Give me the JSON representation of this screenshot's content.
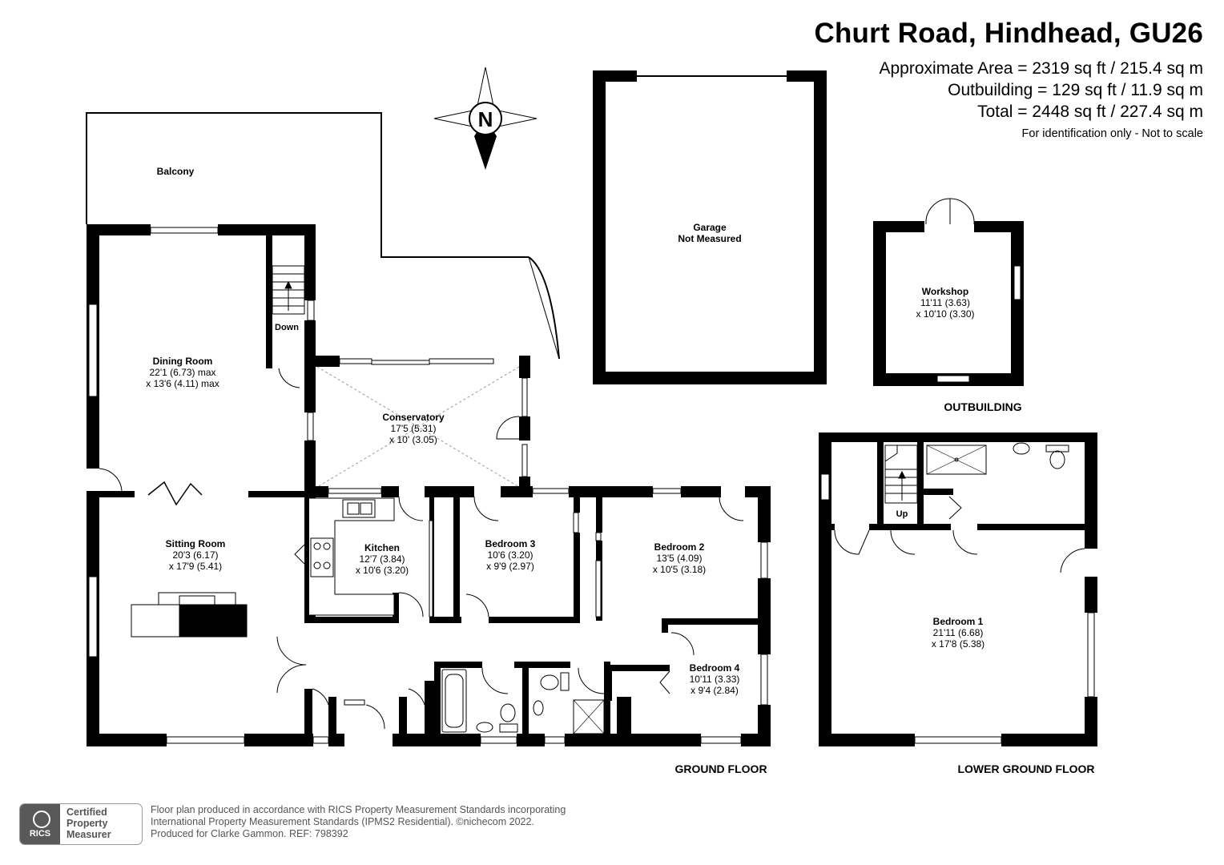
{
  "header": {
    "title": "Churt Road, Hindhead, GU26",
    "approx_area": "Approximate Area = 2319 sq ft / 215.4 sq m",
    "outbuilding": "Outbuilding = 129 sq ft / 11.9 sq m",
    "total": "Total = 2448 sq ft / 227.4 sq m",
    "disclaimer": "For identification only - Not to scale"
  },
  "compass": {
    "letter": "N"
  },
  "rooms": {
    "balcony": {
      "name": "Balcony"
    },
    "dining": {
      "name": "Dining Room",
      "dim1": "22'1 (6.73) max",
      "dim2": "x 13'6 (4.11) max"
    },
    "down": {
      "name": "Down"
    },
    "conservatory": {
      "name": "Conservatory",
      "dim1": "17'5 (5.31)",
      "dim2": "x 10' (3.05)"
    },
    "sitting": {
      "name": "Sitting Room",
      "dim1": "20'3 (6.17)",
      "dim2": "x 17'9 (5.41)"
    },
    "kitchen": {
      "name": "Kitchen",
      "dim1": "12'7 (3.84)",
      "dim2": "x 10'6 (3.20)"
    },
    "bedroom3": {
      "name": "Bedroom 3",
      "dim1": "10'6 (3.20)",
      "dim2": "x 9'9 (2.97)"
    },
    "bedroom2": {
      "name": "Bedroom 2",
      "dim1": "13'5 (4.09)",
      "dim2": "x 10'5 (3.18)"
    },
    "bedroom4": {
      "name": "Bedroom 4",
      "dim1": "10'11 (3.33)",
      "dim2": "x 9'4 (2.84)"
    },
    "garage": {
      "name": "Garage",
      "note": "Not Measured"
    },
    "workshop": {
      "name": "Workshop",
      "dim1": "11'11 (3.63)",
      "dim2": "x 10'10 (3.30)"
    },
    "bedroom1": {
      "name": "Bedroom 1",
      "dim1": "21'11 (6.68)",
      "dim2": "x 17'8 (5.38)"
    },
    "up": {
      "name": "Up"
    }
  },
  "floors": {
    "outbuilding": "OUTBUILDING",
    "ground": "GROUND FLOOR",
    "lower": "LOWER GROUND FLOOR"
  },
  "footer": {
    "line1": "Floor plan produced in accordance with RICS Property Measurement Standards incorporating",
    "line2": "International Property Measurement Standards (IPMS2 Residential).  ©nichecom 2022.",
    "line3": "Produced for Clarke Gammon.   REF:  798392"
  },
  "badge": {
    "org": "RICS",
    "line1": "Certified",
    "line2": "Property",
    "line3": "Measurer"
  },
  "colors": {
    "wall": "#000000",
    "guide": "#999999",
    "text_gray": "#555555"
  }
}
